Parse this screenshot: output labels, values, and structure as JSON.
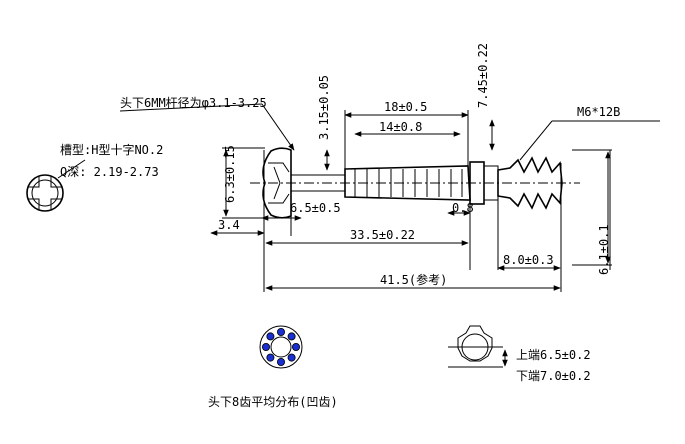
{
  "labels": {
    "head_shaft": "头下6MM杆径为φ3.1-3.25",
    "slot_type": "槽型:H型十字NO.2",
    "q_depth": "Q深: 2.19-2.73",
    "head_dia": "6.3±0.15",
    "dim_3_15": "3.15±0.05",
    "dim_7_45": "7.45±0.22",
    "dim_18": "18±0.5",
    "dim_14": "14±0.8",
    "thread": "M6*12B",
    "dim_6_5": "6.5±0.5",
    "dim_0_8": "0.8",
    "dim_3_4": "3.4",
    "dim_33_5": "33.5±0.22",
    "dim_8_0": "8.0±0.3",
    "dim_6_1": "6.1±0.1",
    "dim_41_5": "41.5(参考)",
    "teeth_note": "头下8齿平均分布(凹齿)",
    "upper_end": "上端6.5±0.2",
    "lower_end": "下端7.0±0.2"
  }
}
